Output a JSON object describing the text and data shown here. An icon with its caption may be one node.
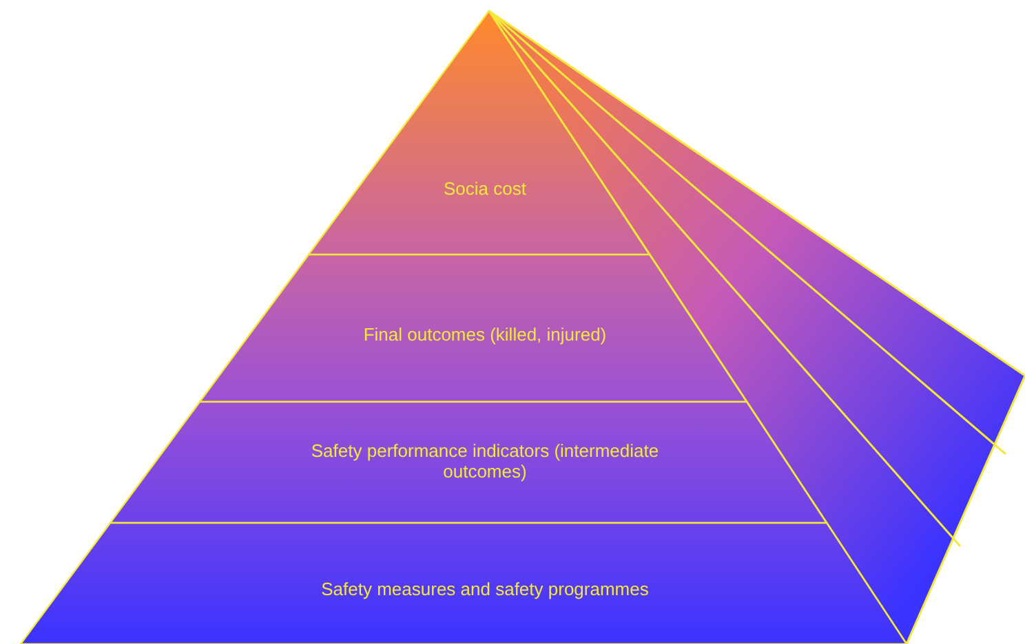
{
  "diagram": {
    "nodes": [
      {
        "text": [
          "Socia cost"
        ]
      },
      {
        "text": [
          "Final outcomes (killed, injured)"
        ]
      },
      {
        "text": [
          "Safety performance indicators (intermediate outcomes)"
        ]
      },
      {
        "text": [
          "Safety measures and safety programmes"
        ]
      }
    ]
  }
}
